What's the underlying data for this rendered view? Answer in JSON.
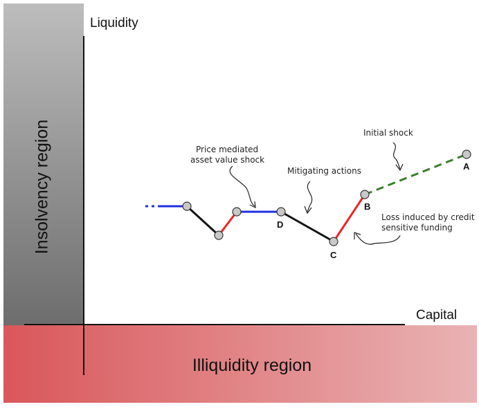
{
  "axes": {
    "y_label": "Liquidity",
    "x_label": "Capital"
  },
  "regions": {
    "insolvency": "Insolvency region",
    "illiquidity": "Illiquidity region"
  },
  "annotations": {
    "price_mediated": [
      "Price mediated",
      "asset value shock"
    ],
    "mitigating": "Mitigating actions",
    "initial_shock": "Initial shock",
    "loss_induced": [
      "Loss induced by credit",
      "sensitive funding"
    ]
  },
  "nodes": {
    "a": "A",
    "b": "B",
    "c": "C",
    "d": "D"
  },
  "colors": {
    "insolvency_top": "#bdbdbd",
    "insolvency_bottom": "#6d6d6d",
    "illiquidity_left": "#d9575a",
    "illiquidity_right": "#e9b3b4",
    "price_shock": "#1f2fe0",
    "credit_loss": "#ee2222",
    "mitigating": "#111111",
    "initial_shock": "#3a7d2c",
    "node_fill": "#c8c8c8"
  }
}
